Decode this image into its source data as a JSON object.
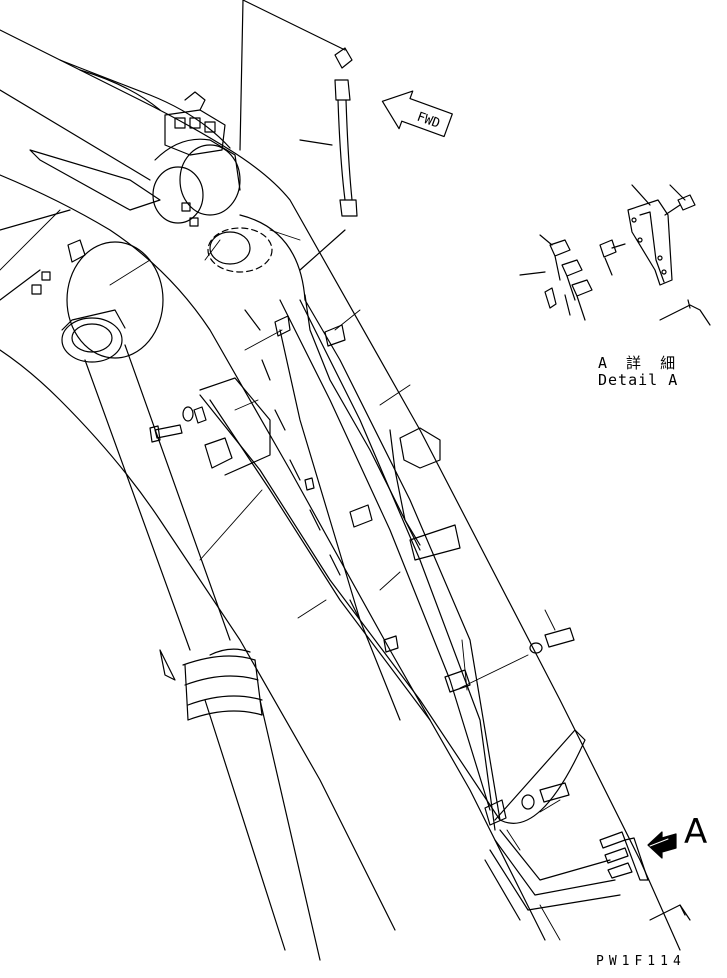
{
  "fwd_label": "FWD",
  "detail": {
    "title_jp": "A 詳 細",
    "title_en": "Detail A"
  },
  "view_marker": "A",
  "drawing_code": "PW1F114"
}
